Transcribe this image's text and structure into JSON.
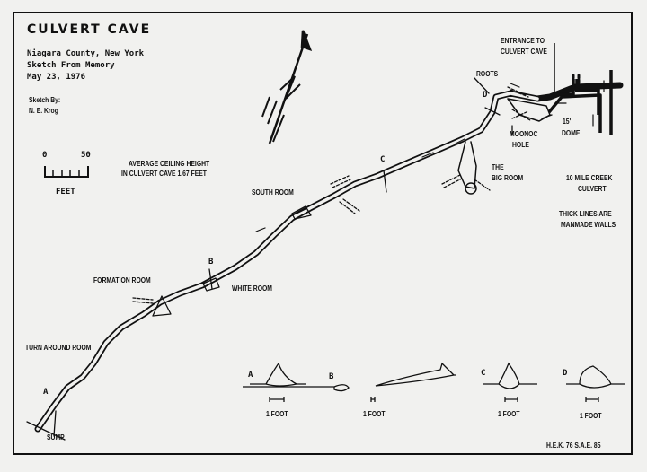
{
  "title": "CULVERT CAVE",
  "subtitle": [
    "Niagara County, New York",
    "Sketch From Memory",
    "May 23, 1976"
  ],
  "sketch_by": [
    "Sketch By:",
    "N. E. Krog"
  ],
  "scale": {
    "start": "0",
    "end": "50",
    "unit": "FEET"
  },
  "ceiling_note": [
    "AVERAGE CEILING HEIGHT",
    "IN CULVERT CAVE  1.67 FEET"
  ],
  "labels": {
    "sump": "SUMP",
    "turn_around": "TURN AROUND ROOM",
    "formation": "FORMATION ROOM",
    "white_room": "WHITE ROOM",
    "south_room": "SOUTH ROOM",
    "big_room": [
      "THE",
      "BIG ROOM"
    ],
    "roots": "ROOTS",
    "entrance": [
      "ENTRANCE TO",
      "CULVERT CAVE"
    ],
    "moonoc": [
      "MOONOC",
      "HOLE"
    ],
    "dome": [
      "15'",
      "DOME"
    ],
    "culvert": [
      "10 MILE CREEK",
      "CULVERT"
    ],
    "walls_note": [
      "THICK LINES ARE",
      "MANMADE WALLS"
    ],
    "A": "A",
    "B": "B",
    "C": "C",
    "D": "D"
  },
  "cross_sections": [
    {
      "id": "A",
      "scale": "1 FOOT"
    },
    {
      "id": "B",
      "scale": "1 FOOT"
    },
    {
      "id": "C",
      "scale": "1 FOOT"
    },
    {
      "id": "D",
      "scale": "1 FOOT"
    }
  ],
  "credits": "H.E.K. 76  S.A.E. 85"
}
